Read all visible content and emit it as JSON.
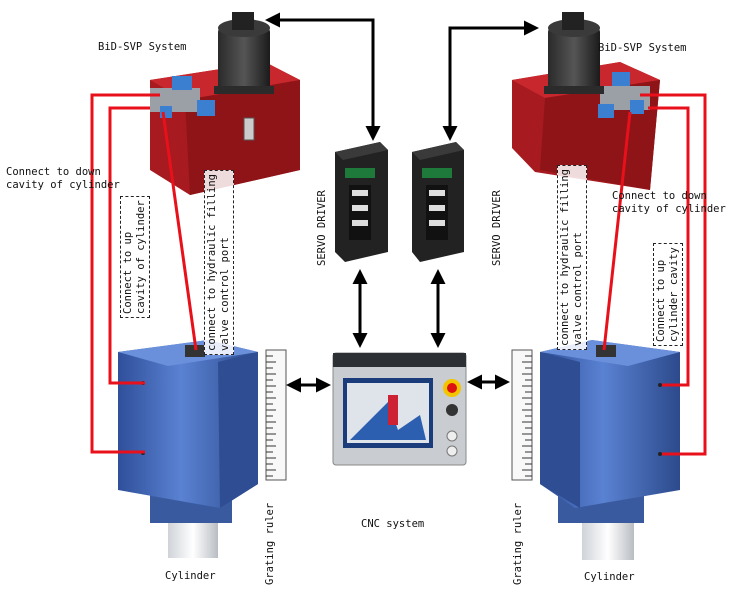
{
  "labels": {
    "system_left": "BiD-SVP System",
    "system_right": "BiD-SVP System",
    "connect_down_left_1": "Connect to down",
    "connect_down_left_2": "cavity of cylinder",
    "connect_down_right_1": "Connect to down",
    "connect_down_right_2": "cavity of cylinder",
    "connect_up_left_1": "Connect to up",
    "connect_up_left_2": "cavity of cylinder",
    "connect_up_right_1": "Connect to up",
    "connect_up_right_2": "cylinder cavity",
    "filling_left_1": "connect to hydraulic filling",
    "filling_left_2": "valve control port",
    "filling_right_1": "connect to hydraulic filling",
    "filling_right_2": "valve control port",
    "servo_left": "SERVO DRIVER",
    "servo_right": "SERVO DRIVER",
    "grating_left": "Grating ruler",
    "grating_right": "Grating ruler",
    "cnc": "CNC system",
    "cylinder_left": "Cylinder",
    "cylinder_right": "Cylinder"
  },
  "colors": {
    "hydraulic_line": "#e8101a",
    "pump_body": "#b51d22",
    "cylinder_body": "#3f66b8",
    "arrow": "#000000"
  },
  "icons": [
    "servo-motor-icon",
    "hydraulic-pump-icon",
    "servo-driver-icon",
    "cnc-panel-icon",
    "grating-ruler-icon",
    "cylinder-icon"
  ]
}
